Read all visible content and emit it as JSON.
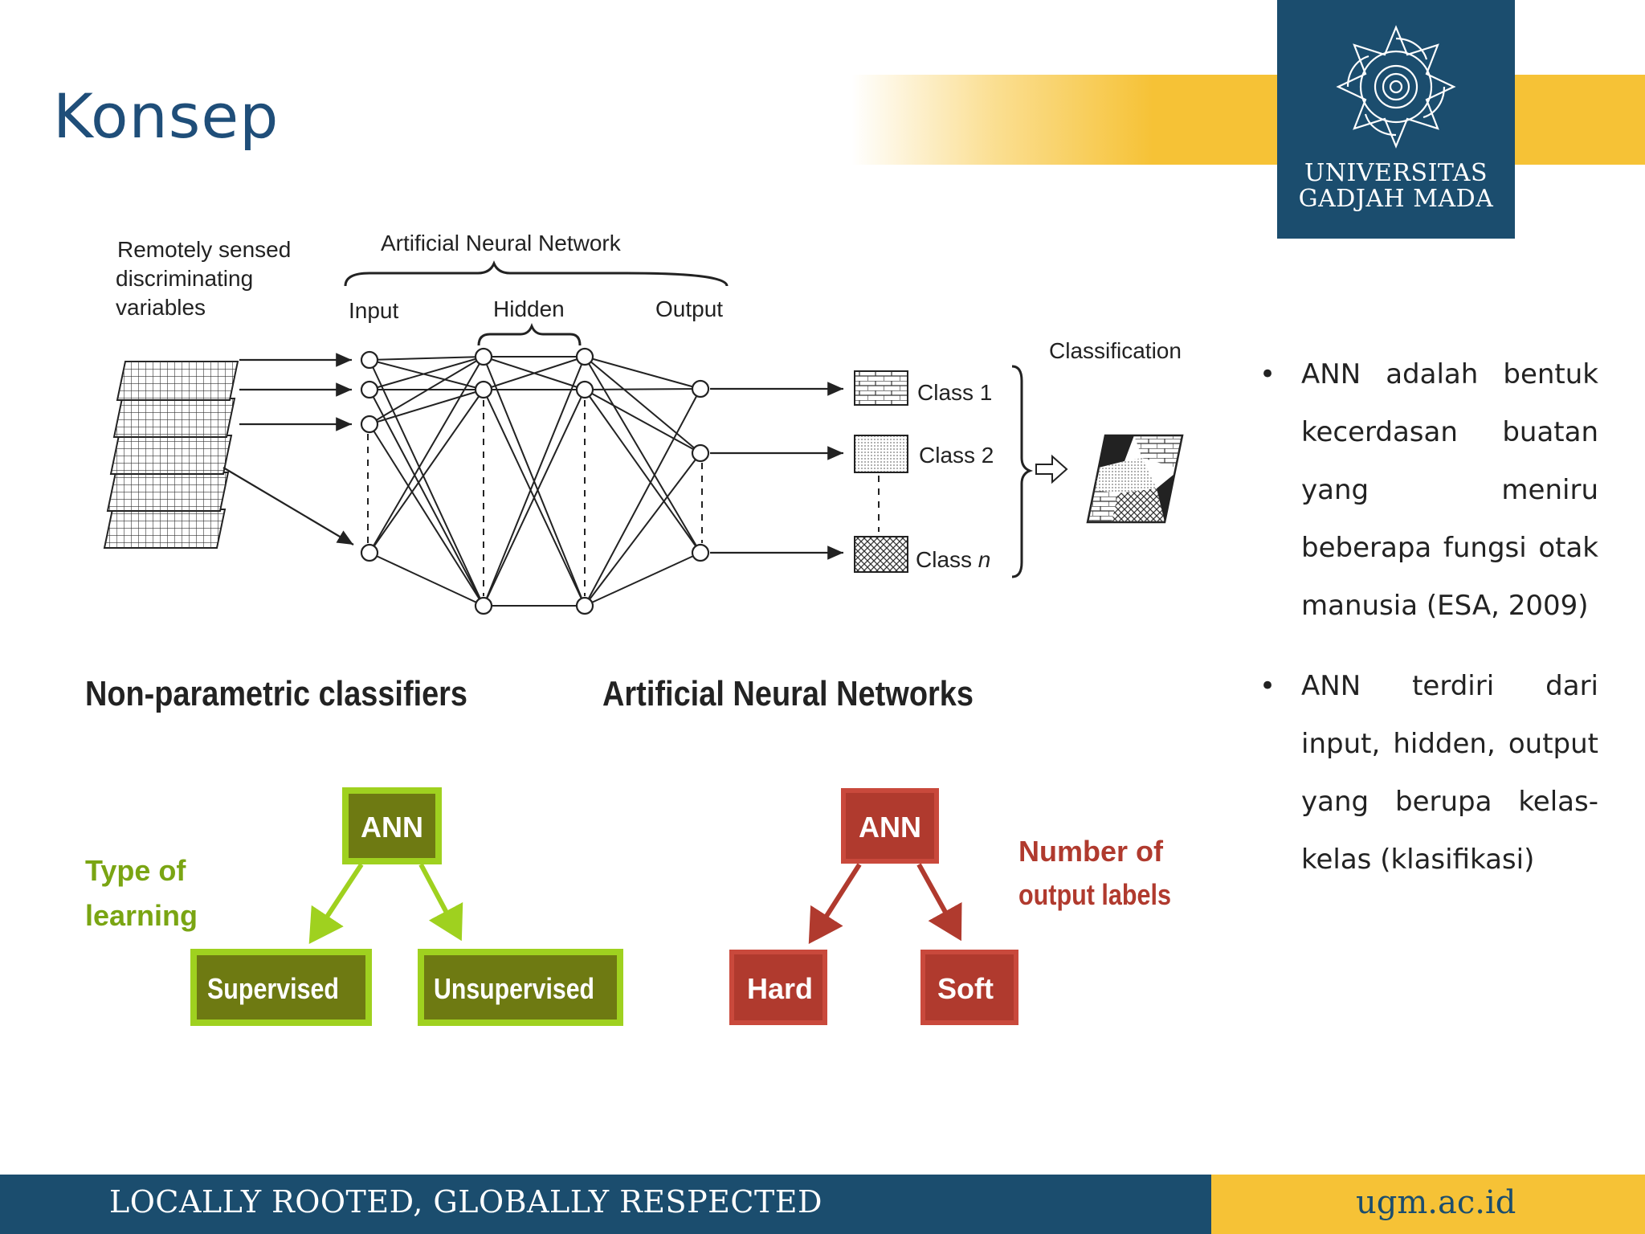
{
  "slide": {
    "title": "Konsep"
  },
  "logo": {
    "line1": "UNIVERSITAS",
    "line2": "GADJAH MADA"
  },
  "diagram": {
    "inputs_label": [
      "Remotely sensed",
      "discriminating",
      "variables"
    ],
    "ann_label": "Artificial  Neural Network",
    "layer_input": "Input",
    "layer_hidden": "Hidden",
    "layer_output": "Output",
    "classification": "Classification",
    "class1": "Class 1",
    "class2": "Class 2",
    "classn_prefix": "Class",
    "classn_suffix": "n",
    "heading_left": "Non-parametric classifiers",
    "heading_right": "Artificial Neural Networks",
    "tree_left": {
      "root": "ANN",
      "caption": [
        "Type of",
        "learning"
      ],
      "child1": "Supervised",
      "child2": "Unsupervised"
    },
    "tree_right": {
      "root": "ANN",
      "caption": [
        "Number of",
        "output labels"
      ],
      "child1": "Hard",
      "child2": "Soft"
    },
    "colors": {
      "green_fill": "#6e7a12",
      "green_border": "#9fd11f",
      "red_fill": "#b03a2e",
      "red_border": "#c9493c"
    }
  },
  "bullets": [
    "ANN adalah bentuk kecerdasan buatan yang meniru beberapa fungsi otak manusia (ESA, 2009)",
    "ANN terdiri dari input, hidden, output yang berupa kelas-kelas (klasifikasi)"
  ],
  "footer": {
    "motto": "LOCALLY ROOTED, GLOBALLY RESPECTED",
    "url": "ugm.ac.id"
  }
}
